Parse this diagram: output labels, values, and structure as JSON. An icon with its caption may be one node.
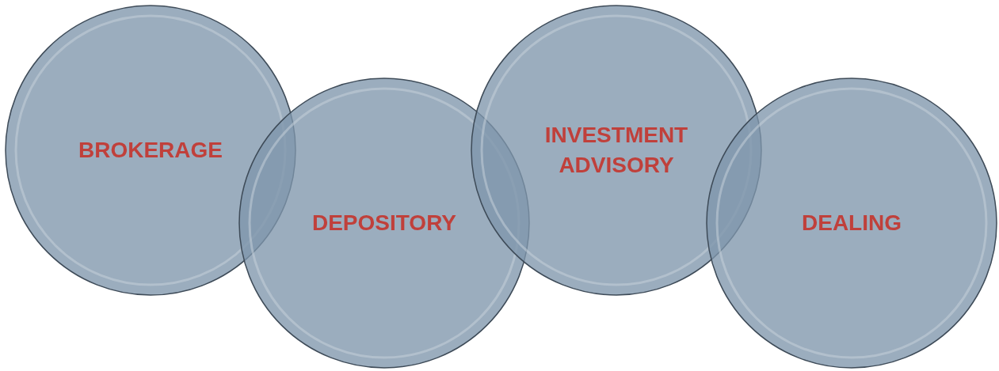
{
  "diagram": {
    "nodes": [
      {
        "text": [
          "BROKERAGE"
        ]
      },
      {
        "text": [
          "DEPOSITORY"
        ]
      },
      {
        "text": [
          "INVESTMENT ADVISORY"
        ]
      },
      {
        "text": [
          "DEALING"
        ]
      }
    ]
  }
}
